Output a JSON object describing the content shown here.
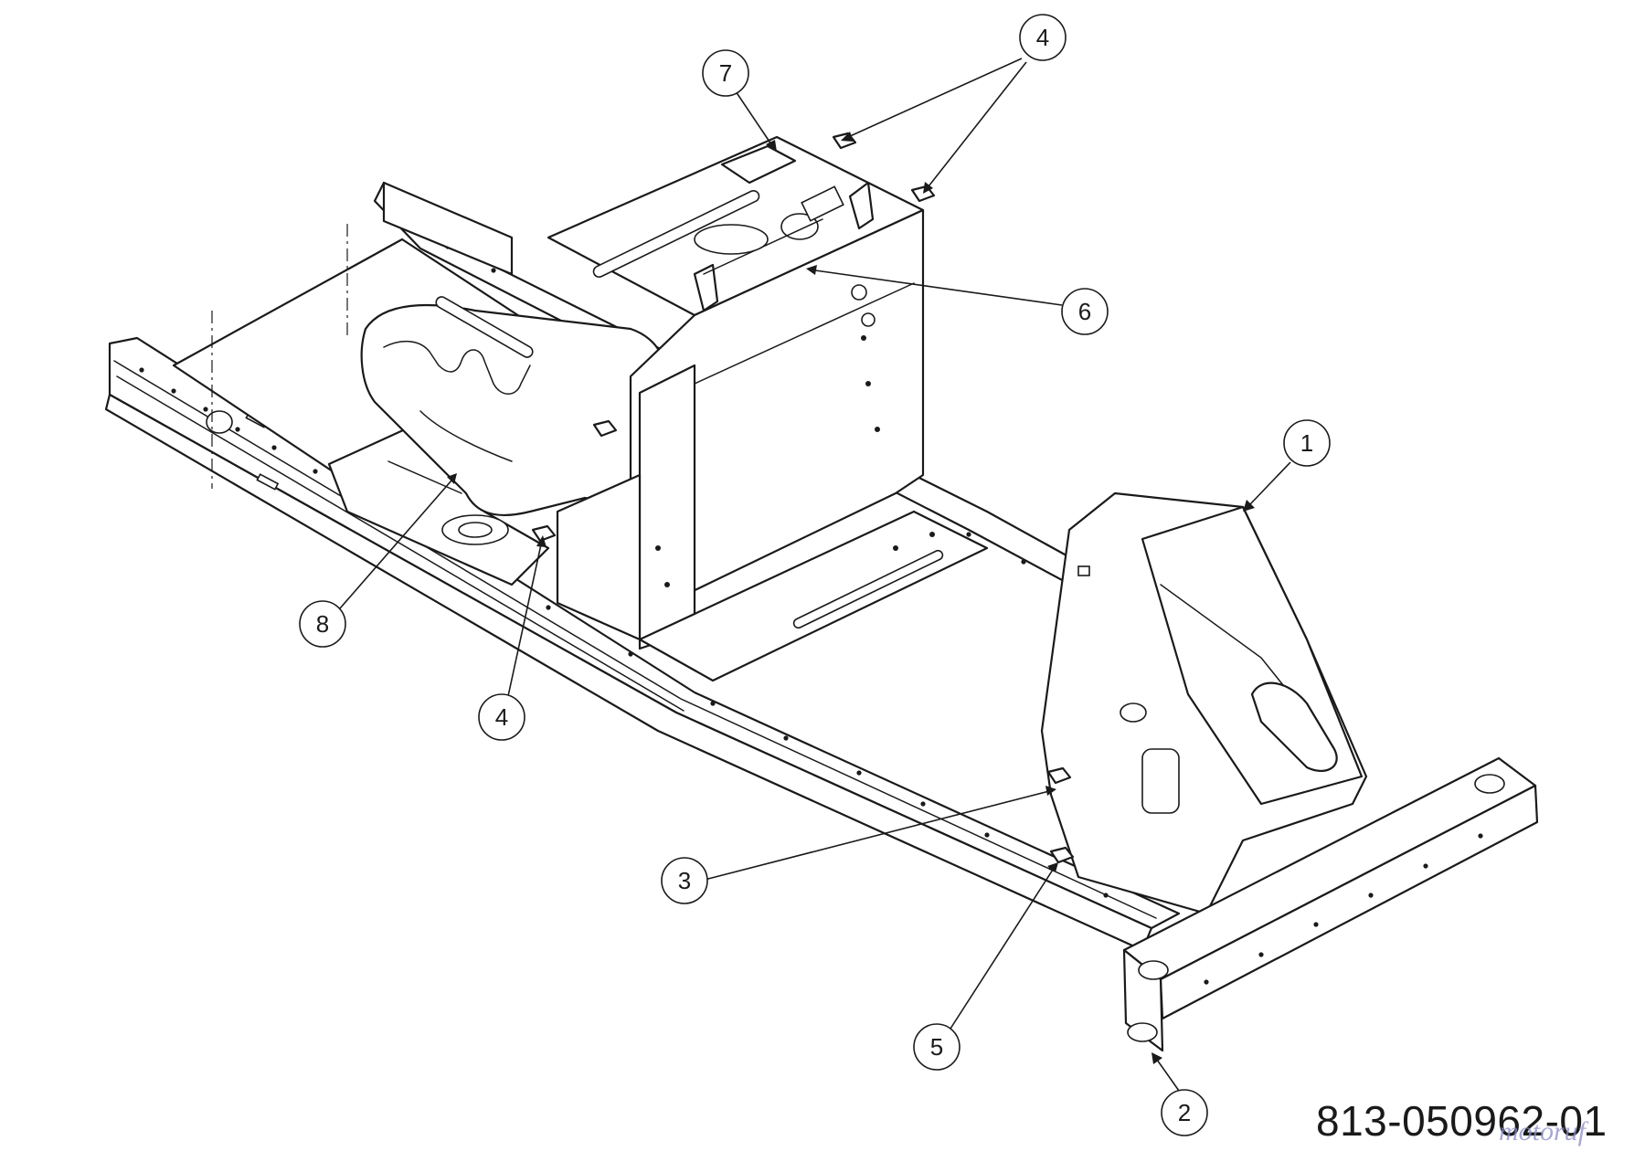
{
  "diagram": {
    "type": "exploded parts drawing",
    "callouts": [
      {
        "id": "callout-1",
        "label": "1"
      },
      {
        "id": "callout-2",
        "label": "2"
      },
      {
        "id": "callout-3",
        "label": "3"
      },
      {
        "id": "callout-4-top",
        "label": "4"
      },
      {
        "id": "callout-4-bottom",
        "label": "4"
      },
      {
        "id": "callout-5",
        "label": "5"
      },
      {
        "id": "callout-6",
        "label": "6"
      },
      {
        "id": "callout-7",
        "label": "7"
      },
      {
        "id": "callout-8",
        "label": "8"
      }
    ]
  },
  "drawing_number": "813-050962-01",
  "watermark": "motoruf"
}
